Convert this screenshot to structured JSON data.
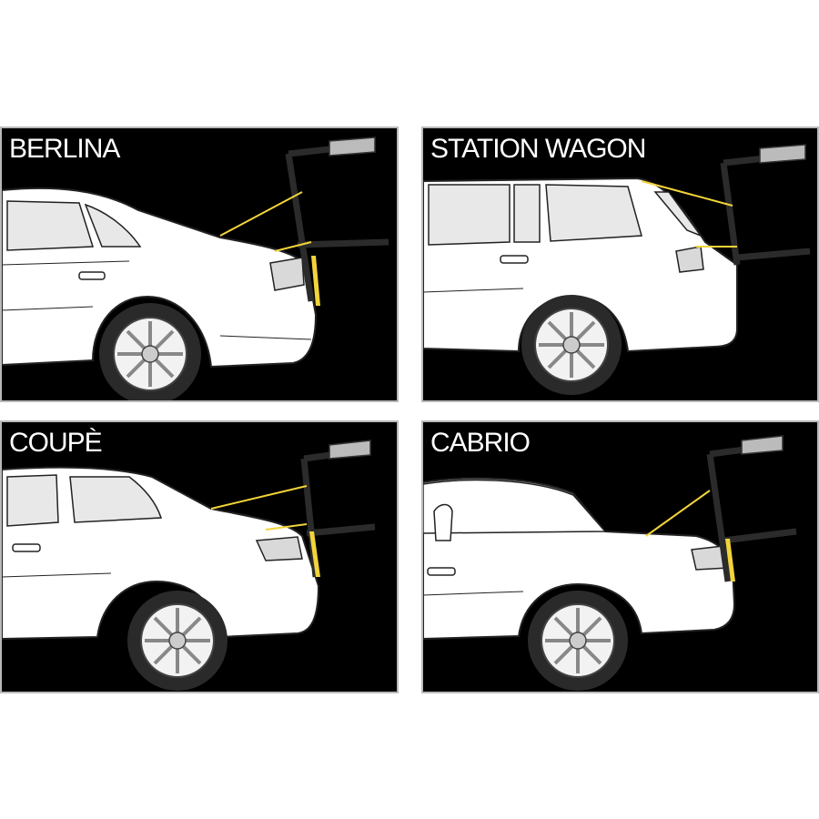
{
  "panels": [
    {
      "id": "berlina",
      "label": "BERLINA"
    },
    {
      "id": "station-wagon",
      "label": "STATION WAGON"
    },
    {
      "id": "coupe",
      "label": "COUPÈ"
    },
    {
      "id": "cabrio",
      "label": "CABRIO"
    }
  ],
  "colors": {
    "panel_background": "#000000",
    "panel_border": "#b9b9b9",
    "car_body": "#ffffff",
    "car_outline": "#222222",
    "glass": "#e8e8e8",
    "rack_frame": "#2b2b2b",
    "strap": "#f2d43a",
    "tire": "#2a2a2a"
  },
  "icons": [
    "car-icon",
    "bike-rack-icon",
    "wheel-icon"
  ]
}
